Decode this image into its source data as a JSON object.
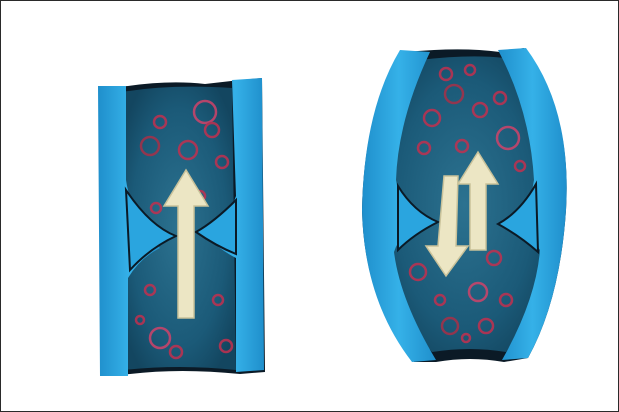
{
  "figure": {
    "panels": [
      {
        "id": "healthy-vein",
        "valve_state": "closed",
        "flow_arrows": [
          "up"
        ]
      },
      {
        "id": "varicose-vein",
        "valve_state": "open",
        "flow_arrows": [
          "down",
          "up"
        ]
      }
    ],
    "colors": {
      "vein_wall": "#2aa5df",
      "vein_wall_dark": "#1b7fb8",
      "vein_interior": "#1b5a78",
      "blood_cells": "#c2304f",
      "arrow_fill": "#ece6c4",
      "outline": "#0b1a26"
    }
  }
}
